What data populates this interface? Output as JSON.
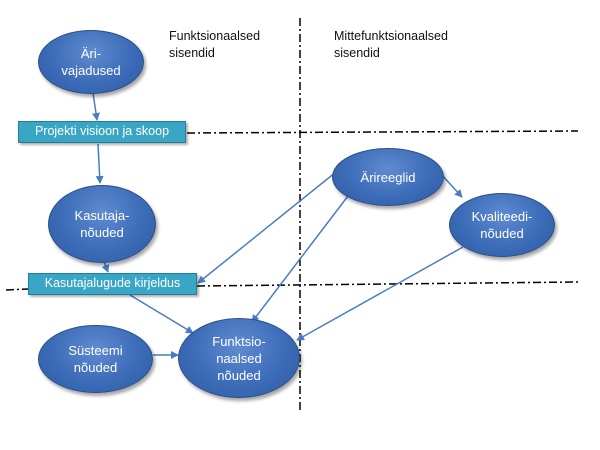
{
  "headers": {
    "functional": {
      "line1": "Funktsionaalsed",
      "line2": "sisendid"
    },
    "nonfunctional": {
      "line1": "Mittefunktsionaalsed",
      "line2": "sisendid"
    }
  },
  "nodes": {
    "ari_vajadused": {
      "line1": "Äri-",
      "line2": "vajadused"
    },
    "projekti_visioon": {
      "label": "Projekti visioon ja skoop"
    },
    "kasutaja_nouded": {
      "line1": "Kasutaja-",
      "line2": "nõuded"
    },
    "kasutajalugude_kirjeldus": {
      "label": "Kasutajalugude kirjeldus"
    },
    "susteemi_nouded": {
      "line1": "Süsteemi",
      "line2": "nõuded"
    },
    "funktsionaalsed_nouded": {
      "line1": "Funktsio-",
      "line2": "naalsed",
      "line3": "nõuded"
    },
    "arireeglid": {
      "label": "Ärireeglid"
    },
    "kvaliteedinoued": {
      "line1": "Kvaliteedi-",
      "line2": "nõuded"
    }
  },
  "colors": {
    "ellipse_fill": "#3c6cb8",
    "box_fill": "#3aa6c6",
    "arrow": "#4a7cc4",
    "divider": "#000000"
  }
}
